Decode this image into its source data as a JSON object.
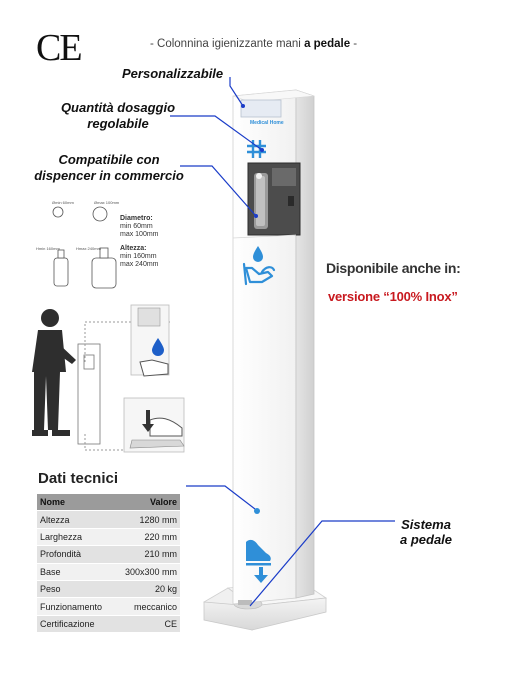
{
  "header": {
    "ce_mark": "CE",
    "subtitle_prefix": "- Colonnina igienizzante mani ",
    "subtitle_bold": "a pedale",
    "subtitle_suffix": " -"
  },
  "callouts": {
    "personalizzabile": "Personalizzabile",
    "dosaggio_line1": "Quantità dosaggio",
    "dosaggio_line2": "regolabile",
    "compatibile_line1": "Compatibile con",
    "compatibile_line2": "dispencer in commercio",
    "sistema_line1": "Sistema",
    "sistema_line2": "a pedale"
  },
  "availability": {
    "line1": "Disponibile anche in:",
    "line2": "versione “100% Inox”"
  },
  "product_logo": "Medical Home",
  "specs": {
    "diametro_title": "Diametro:",
    "diametro_min": "min  60mm",
    "diametro_max": "max  100mm",
    "altezza_title": "Altezza:",
    "altezza_min": "min  160mm",
    "altezza_max": "max  240mm",
    "dim_small_top": "Ømin 60mm",
    "dim_large_top": "Ømax 100mm",
    "dim_small_side": "Hmin 160mm",
    "dim_large_side": "Hmax 240mm"
  },
  "tech": {
    "title": "Dati tecnici",
    "headers": [
      "Nome",
      "Valore"
    ],
    "rows": [
      [
        "Altezza",
        "1280 mm"
      ],
      [
        "Larghezza",
        "220 mm"
      ],
      [
        "Profondità",
        "210 mm"
      ],
      [
        "Base",
        "300x300 mm"
      ],
      [
        "Peso",
        "20 kg"
      ],
      [
        "Funzionamento",
        "meccanico"
      ],
      [
        "Certificazione",
        "CE"
      ]
    ]
  },
  "colors": {
    "accent_blue": "#1a3cc8",
    "icon_blue": "#2f8fd8",
    "inox_red": "#c8191f",
    "table_header": "#9b9b9b"
  }
}
